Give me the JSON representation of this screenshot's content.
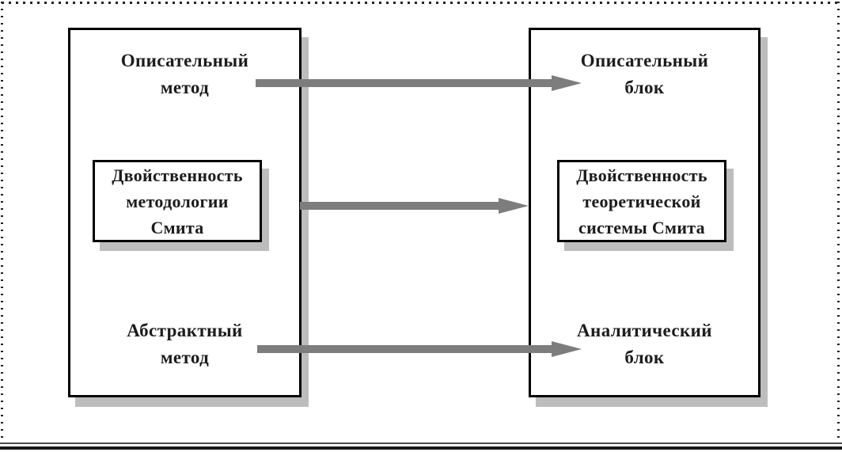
{
  "colors": {
    "arrow": "#7d7d7d",
    "shadow": "#bdbdbd",
    "box_border": "#000000",
    "text": "#1c1c1c",
    "rule_thin": "#4d4d4d",
    "rule_thick": "#161616",
    "dot": "#222222"
  },
  "left_panel": {
    "top_label": [
      "Описательный",
      "метод"
    ],
    "center_box_label": [
      "Двойственность",
      "методологии",
      "Смита"
    ],
    "bottom_label": [
      "Абстрактный",
      "метод"
    ]
  },
  "right_panel": {
    "top_label": [
      "Описательный",
      "блок"
    ],
    "center_box_label": [
      "Двойственность",
      "теоретической",
      "системы Смита"
    ],
    "bottom_label": [
      "Аналитический",
      "блок"
    ]
  }
}
